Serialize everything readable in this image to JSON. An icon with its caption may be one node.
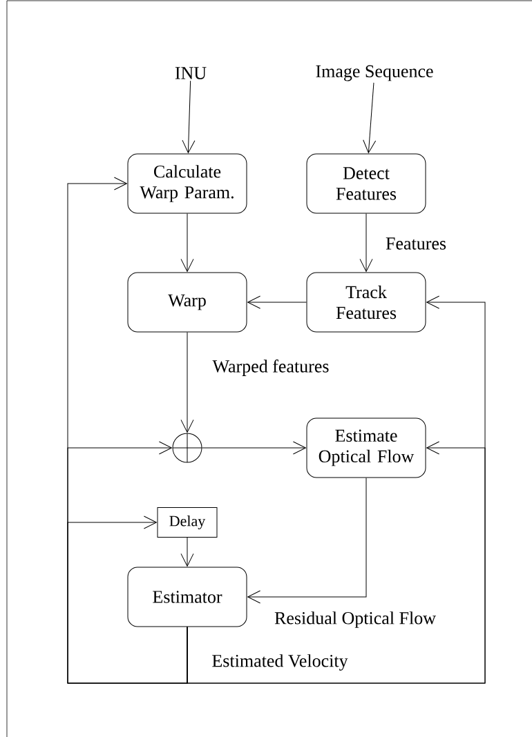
{
  "diagram": {
    "nodes": [
      {
        "text": [
          "INU"
        ]
      },
      {
        "text": [
          "Image Sequence"
        ]
      },
      {
        "text": [
          "Calculate Warp Param."
        ]
      },
      {
        "text": [
          "Detect Features"
        ]
      },
      {
        "text": [
          "Warp"
        ]
      },
      {
        "text": [
          "Track Features"
        ]
      },
      {
        "text": [],
        "shape": "circle"
      },
      {
        "text": [
          "Estimate Optical Flow"
        ]
      },
      {
        "text": [
          "Delay"
        ]
      },
      {
        "text": [
          "Estimator"
        ]
      }
    ],
    "edges": [
      {
        "from": 0,
        "to": 2,
        "arrow": "to"
      },
      {
        "from": 1,
        "to": 3,
        "arrow": "to"
      },
      {
        "from": 2,
        "to": 4,
        "arrow": "to"
      },
      {
        "from": 3,
        "to": 5,
        "arrow": "to",
        "label": "Features"
      },
      {
        "from": 5,
        "to": 4,
        "arrow": "to"
      },
      {
        "from": 4,
        "to": 6,
        "arrow": "to",
        "label": "Warped features"
      },
      {
        "from": 6,
        "to": 7,
        "arrow": "to"
      },
      {
        "from": 7,
        "to": 9,
        "arrow": "to",
        "label": "Residual Optical Flow"
      },
      {
        "from": 8,
        "to": 9,
        "arrow": "to"
      },
      {
        "from": 9,
        "to": 2,
        "arrow": "to",
        "label": "Estimated Velocity"
      },
      {
        "from": 9,
        "to": 6,
        "arrow": "to"
      },
      {
        "from": 9,
        "to": 8,
        "arrow": "to"
      },
      {
        "from": 9,
        "to": 5,
        "arrow": "to"
      },
      {
        "from": 9,
        "to": 7,
        "arrow": "to"
      }
    ]
  }
}
